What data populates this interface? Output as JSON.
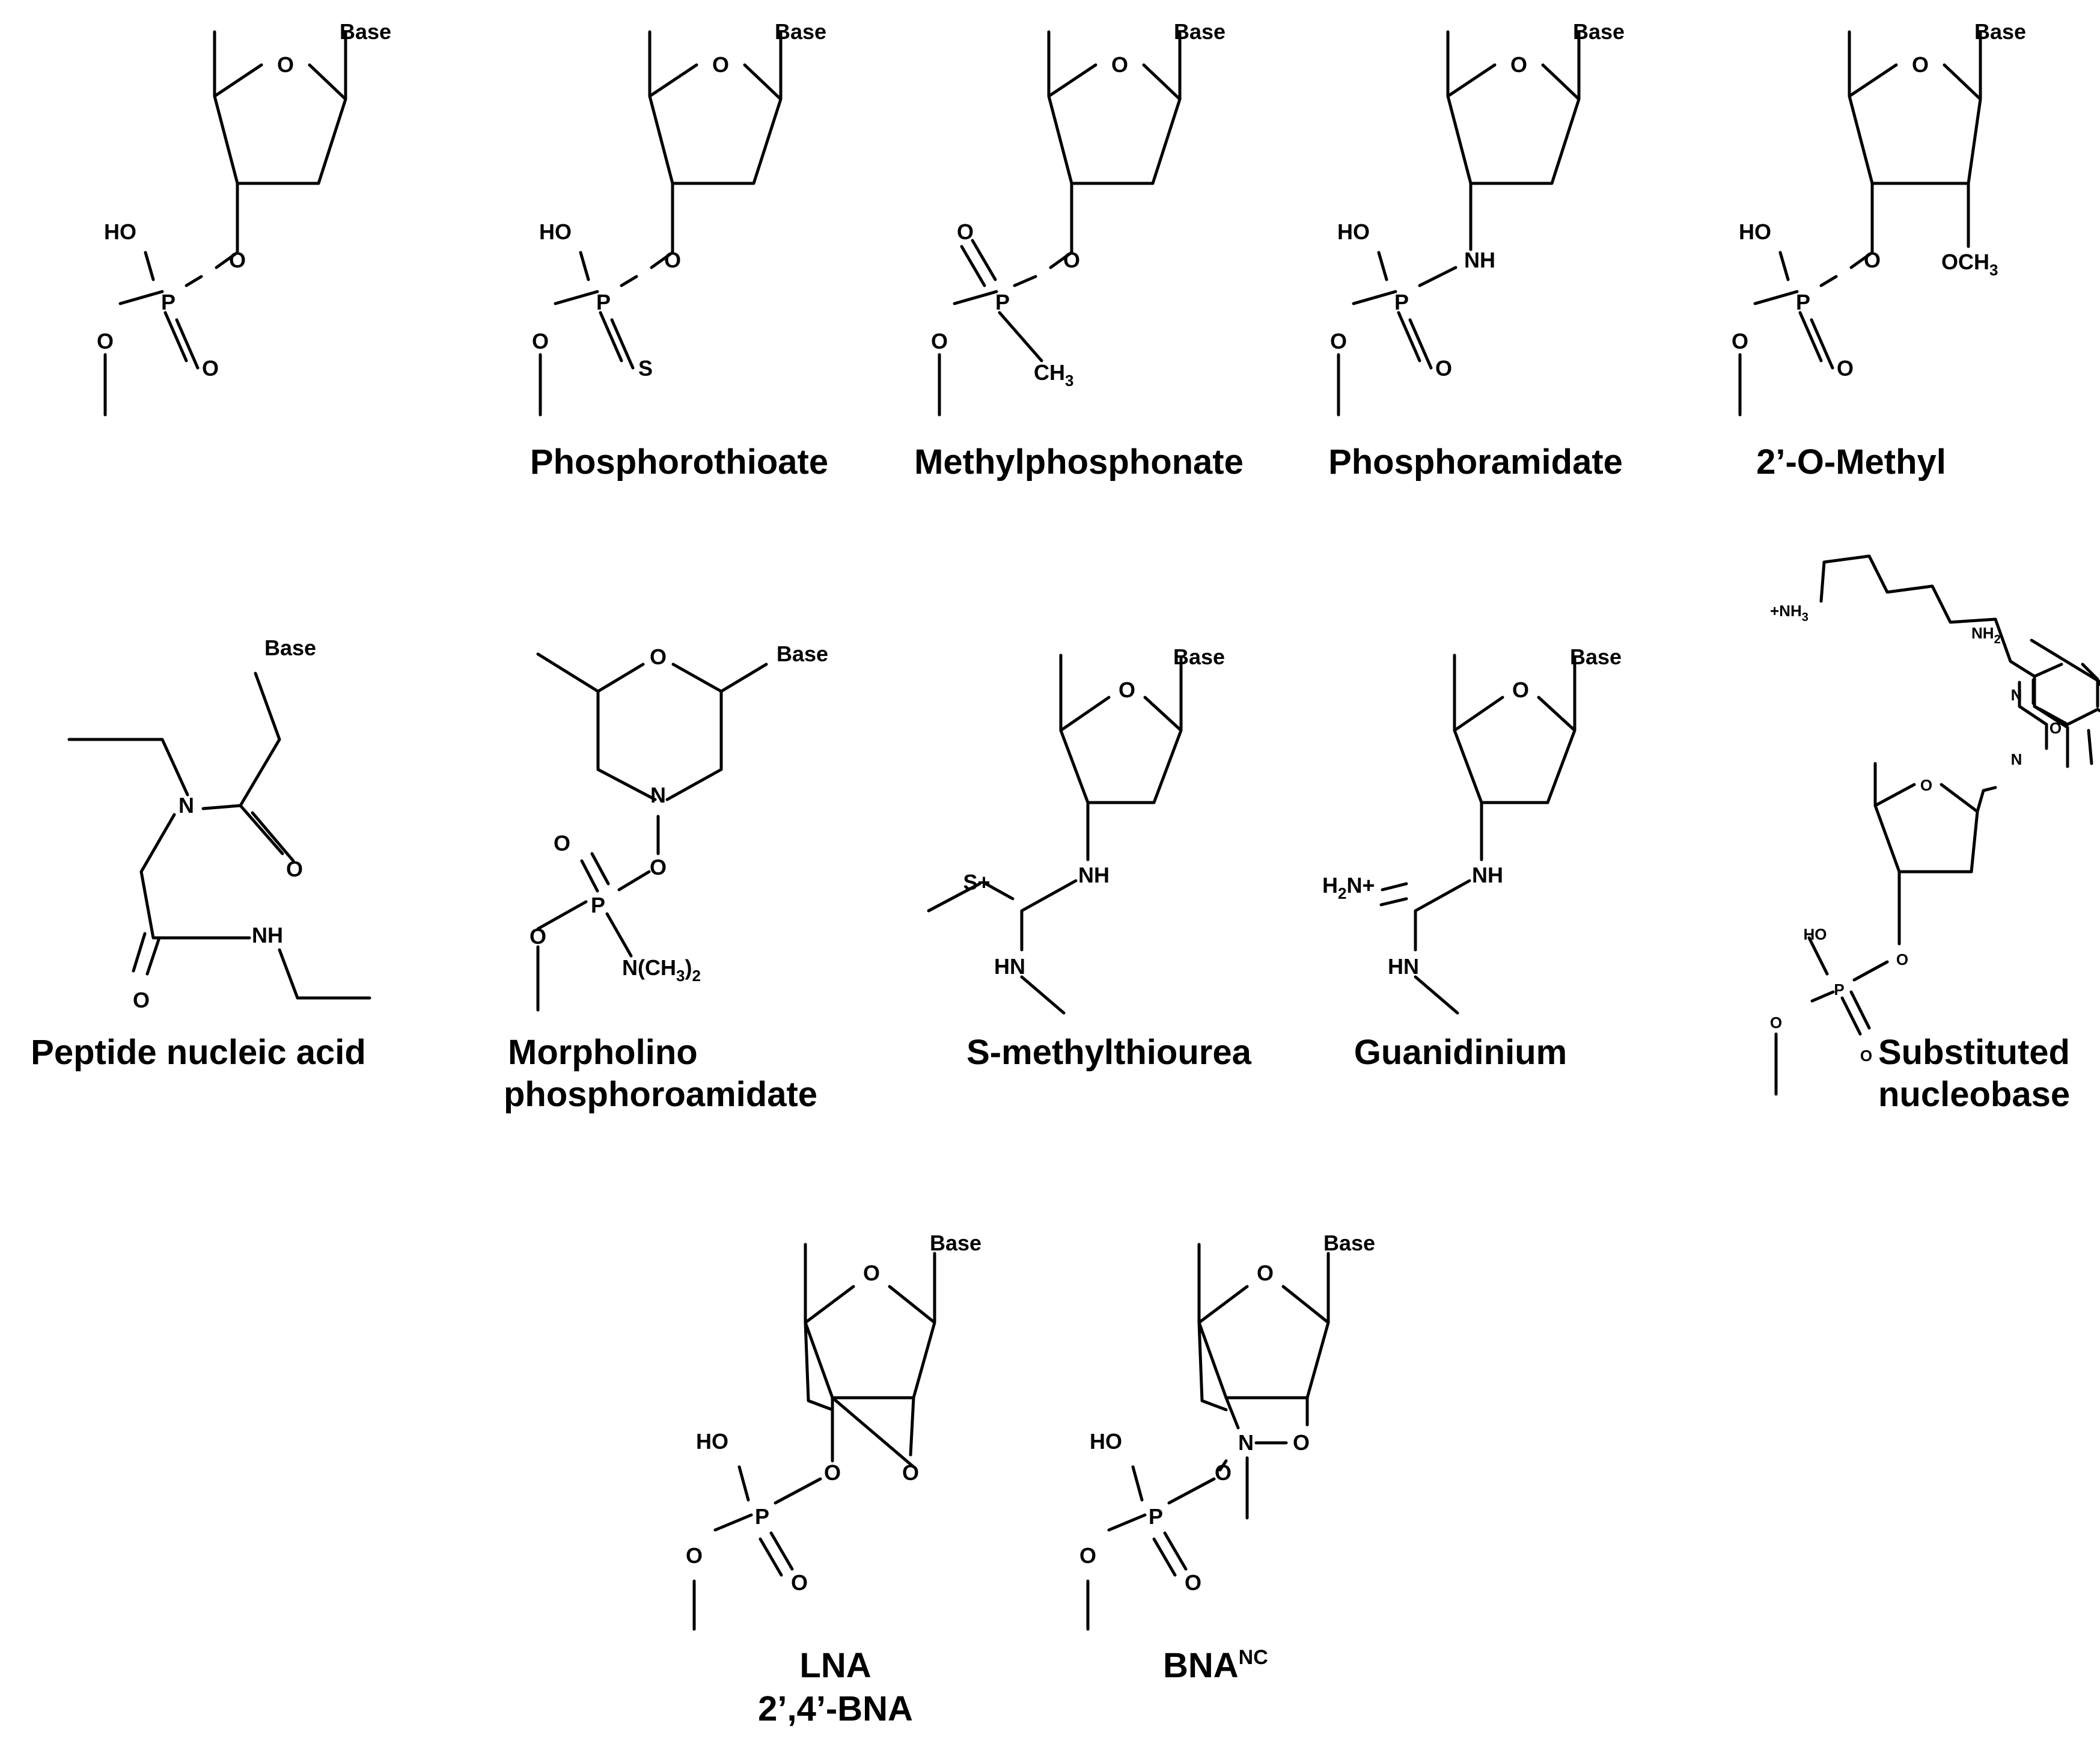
{
  "labels": {
    "base": "Base",
    "O": "O",
    "HO": "HO",
    "P": "P",
    "S": "S",
    "N": "N",
    "NH": "NH",
    "HN": "HN",
    "CH3": "CH",
    "sub3": "3",
    "sub2": "2",
    "OCH3": "OCH",
    "NMe2": "N(CH",
    "NMe2_close": ")",
    "S_plus": "S+",
    "H2N_plus_H": "H",
    "H2N_plus_N": "N+",
    "NH3_plus_prefix": "+NH",
    "NH2": "NH"
  },
  "structures": [
    {
      "id": "phosphodiester",
      "title": ""
    },
    {
      "id": "phosphorothioate",
      "title": "Phosphorothioate"
    },
    {
      "id": "methylphosphonate",
      "title": "Methylphosphonate"
    },
    {
      "id": "phosphoramidate",
      "title": "Phosphoramidate"
    },
    {
      "id": "2-o-methyl",
      "title": "2’-O-Methyl"
    },
    {
      "id": "pna",
      "title": "Peptide nucleic acid"
    },
    {
      "id": "morpholino",
      "title_line1": "Morpholino",
      "title_line2": "phosphoroamidate"
    },
    {
      "id": "s-methylthiourea",
      "title": "S-methylthiourea"
    },
    {
      "id": "guanidinium",
      "title": "Guanidinium"
    },
    {
      "id": "substituted-nucleobase",
      "title_line1": "Substituted",
      "title_line2": "nucleobase"
    },
    {
      "id": "lna",
      "title_line1": "LNA",
      "title_line2": "2’,4’-BNA"
    },
    {
      "id": "bna-nc",
      "title": "BNA",
      "title_sup": "NC"
    }
  ]
}
